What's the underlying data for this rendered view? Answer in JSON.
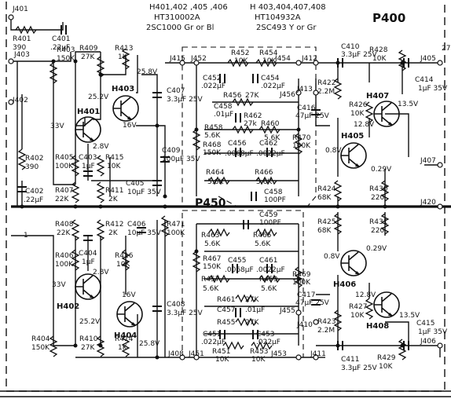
{
  "header": {
    "line1_left": "H401,402 ,405 ,406",
    "line2_left": "HT310002A",
    "line3_left": "2SC1000 Gr or Bl",
    "line1_right": "H 403,404,407,408",
    "line2_right": "HT104932A",
    "line3_right": "2SC493 Y or Gr",
    "board": "P400",
    "sub_board": "P450"
  },
  "jacks": [
    "J401",
    "J403",
    "J402",
    "J415",
    "J452",
    "J454",
    "J412",
    "J405",
    "J456",
    "J413",
    "J407",
    "J420",
    "J455",
    "J410",
    "J406",
    "J408",
    "J451",
    "J453",
    "J411"
  ],
  "transistors": [
    {
      "ref": "H401",
      "v1": "33V",
      "v2": "2.8V"
    },
    {
      "ref": "H403",
      "v1": "25.2V",
      "v2": "16V",
      "v3": "25.8V"
    },
    {
      "ref": "H402",
      "v1": "33V",
      "v2": "2.8V"
    },
    {
      "ref": "H404",
      "v1": "25.2V",
      "v2": "16V",
      "v3": "25.8V"
    },
    {
      "ref": "H405",
      "v1": "0.8V",
      "v2": "0.29V"
    },
    {
      "ref": "H407",
      "v1": "12.8V",
      "v2": "13.5V"
    },
    {
      "ref": "H406",
      "v1": "0.8V",
      "v2": "0.29V"
    },
    {
      "ref": "H408",
      "v1": "12.8V",
      "v2": "13.5V"
    }
  ],
  "components": {
    "R401": {
      "ref": "R401",
      "val": "390"
    },
    "C401": {
      "ref": "C401",
      "val": ".22µF"
    },
    "R403": {
      "ref": "R403",
      "val": "150K"
    },
    "R409": {
      "ref": "R409",
      "val": "27K"
    },
    "R413": {
      "ref": "R413",
      "val": "1K"
    },
    "R405": {
      "ref": "R405",
      "val": "100K"
    },
    "C403": {
      "ref": "C403",
      "val": "1µF"
    },
    "R415": {
      "ref": "R415",
      "val": "10K"
    },
    "R402": {
      "ref": "R402",
      "val": "390"
    },
    "C402": {
      "ref": "C402",
      "val": ".22µF"
    },
    "R407": {
      "ref": "R407",
      "val": "22K"
    },
    "R411": {
      "ref": "R411",
      "val": "2K"
    },
    "C405": {
      "ref": "C405",
      "val": "10µF 35V"
    },
    "C407": {
      "ref": "C407",
      "val": "3.3µF 25V"
    },
    "C409": {
      "ref": "C409",
      "val": "100µF 35V"
    },
    "R408": {
      "ref": "R408",
      "val": "22K"
    },
    "R412": {
      "ref": "R412",
      "val": "2K"
    },
    "C406": {
      "ref": "C406",
      "val": "10µF 35V"
    },
    "R471": {
      "ref": "R471",
      "val": "100K"
    },
    "R406": {
      "ref": "R406",
      "val": "100K"
    },
    "C404": {
      "ref": "C404",
      "val": "1µF"
    },
    "R416": {
      "ref": "R416",
      "val": "10K"
    },
    "C408": {
      "ref": "C408",
      "val": "3.3µF 25V"
    },
    "R404": {
      "ref": "R404",
      "val": "150K"
    },
    "R410": {
      "ref": "R410",
      "val": "27K"
    },
    "R414": {
      "ref": "R414",
      "val": "1K"
    },
    "R452": {
      "ref": "R452",
      "val": "10K"
    },
    "R454": {
      "ref": "R454",
      "val": "10K"
    },
    "C452": {
      "ref": "C452",
      "val": ".022µF"
    },
    "C454": {
      "ref": "C454",
      "val": ".022µF"
    },
    "R456": {
      "ref": "R456",
      "val": "27K"
    },
    "C458": {
      "ref": "C458",
      "val": ".01µF"
    },
    "R462": {
      "ref": "R462",
      "val": "27k"
    },
    "R458": {
      "ref": "R458",
      "val": "5.6K"
    },
    "R460": {
      "ref": "R460",
      "val": "5.6K"
    },
    "R468": {
      "ref": "R468",
      "val": "150K"
    },
    "C456": {
      "ref": "C456",
      "val": ".0068µF"
    },
    "C462": {
      "ref": "C462",
      "val": ".0022µF"
    },
    "R464": {
      "ref": "R464",
      "val": "5.6K"
    },
    "R466": {
      "ref": "R466",
      "val": "5.6K"
    },
    "C458b": {
      "ref": "C458",
      "val": "100PF"
    },
    "C416": {
      "ref": "C416",
      "val": "47µF 25V"
    },
    "R470": {
      "ref": "R470",
      "val": "100K"
    },
    "C459": {
      "ref": "C459",
      "val": "100PF"
    },
    "R463": {
      "ref": "R463",
      "val": "5.6K"
    },
    "R465": {
      "ref": "R465",
      "val": "5.6K"
    },
    "R467": {
      "ref": "R467",
      "val": "150K"
    },
    "C455": {
      "ref": "C455",
      "val": ".0068µF"
    },
    "C461": {
      "ref": "C461",
      "val": ".0022µF"
    },
    "R457": {
      "ref": "R457",
      "val": "5.6K"
    },
    "R459": {
      "ref": "R459",
      "val": "5.6K"
    },
    "R461": {
      "ref": "R461",
      "val": "27K"
    },
    "C457": {
      "ref": "C457",
      "val": ".01µF"
    },
    "R455": {
      "ref": "R455",
      "val": "27K"
    },
    "C451": {
      "ref": "C451",
      "val": ".022µF"
    },
    "C453": {
      "ref": "C453",
      "val": ".022µF"
    },
    "R451": {
      "ref": "R451",
      "val": "10K"
    },
    "R453": {
      "ref": "R453",
      "val": "10K"
    },
    "R469": {
      "ref": "R469",
      "val": "100K"
    },
    "C417": {
      "ref": "C417",
      "val": "47µF 25V"
    },
    "C410": {
      "ref": "C410",
      "val": "3.3µF 25V"
    },
    "R428": {
      "ref": "R428",
      "val": "10K"
    },
    "C414": {
      "ref": "C414",
      "val": "1µF 35V"
    },
    "R422": {
      "ref": "R422",
      "val": "2.2M"
    },
    "R426": {
      "ref": "R426",
      "val": "10K"
    },
    "R424": {
      "ref": "R424",
      "val": "68K"
    },
    "R430": {
      "ref": "R430",
      "val": "220"
    },
    "R425": {
      "ref": "R425",
      "val": "68K"
    },
    "R431": {
      "ref": "R431",
      "val": "220"
    },
    "R427": {
      "ref": "R427",
      "val": "10K"
    },
    "R423": {
      "ref": "R423",
      "val": "2.2M"
    },
    "C411": {
      "ref": "C411",
      "val": "3.3µF 25V"
    },
    "R429": {
      "ref": "R429",
      "val": "10K"
    },
    "C415": {
      "ref": "C415",
      "val": "1µF 35V"
    }
  },
  "edge": {
    "right_top": "27",
    "left_mark": "1"
  }
}
